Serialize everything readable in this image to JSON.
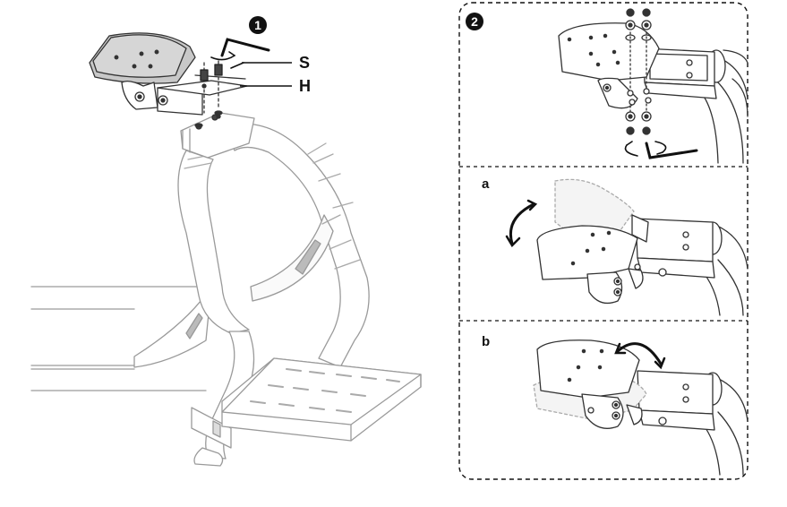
{
  "step1": {
    "number": "1",
    "label_screw": "S",
    "label_holder": "H"
  },
  "step2": {
    "number": "2"
  },
  "panels": {
    "a": "a",
    "b": "b"
  }
}
